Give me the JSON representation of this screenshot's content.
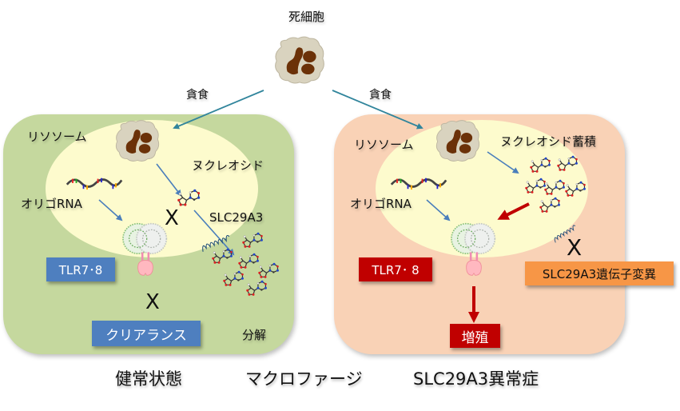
{
  "top": {
    "dead_cell_label": "死細胞",
    "phagocytosis_left": "貪食",
    "phagocytosis_right": "貪食"
  },
  "healthy_panel": {
    "lysosome_label": "リソソーム",
    "nucleoside_label": "ヌクレオシド",
    "oligo_rna_label": "オリゴRNA",
    "transporter_label": "SLC29A3",
    "receptor_label": "TLR7･8",
    "clearance_label": "クリアランス",
    "degradation_label": "分解",
    "x_mark_1": "X",
    "x_mark_2": "X"
  },
  "disease_panel": {
    "lysosome_label": "リソソーム",
    "nucleoside_label": "ヌクレオシド蓄積",
    "oligo_rna_label": "オリゴRNA",
    "receptor_label": "TLR7･ 8",
    "mutation_label": "SLC29A3遺伝子変異",
    "proliferation_label": "増殖",
    "x_mark": "X"
  },
  "captions": {
    "left": "健常状態",
    "center": "マクロファージ",
    "right": "SLC29A3異常症"
  },
  "colors": {
    "healthy_bg": "#c5d89e",
    "disease_bg": "#f9d2b6",
    "lysosome_bg": "#fdfbcd",
    "blue_box": "#4e7fbf",
    "red_box": "#c00000",
    "orange_box": "#f79646",
    "arrow_teal": "#31859c",
    "arrow_blue": "#4a7ebb",
    "arrow_red": "#c00000"
  }
}
